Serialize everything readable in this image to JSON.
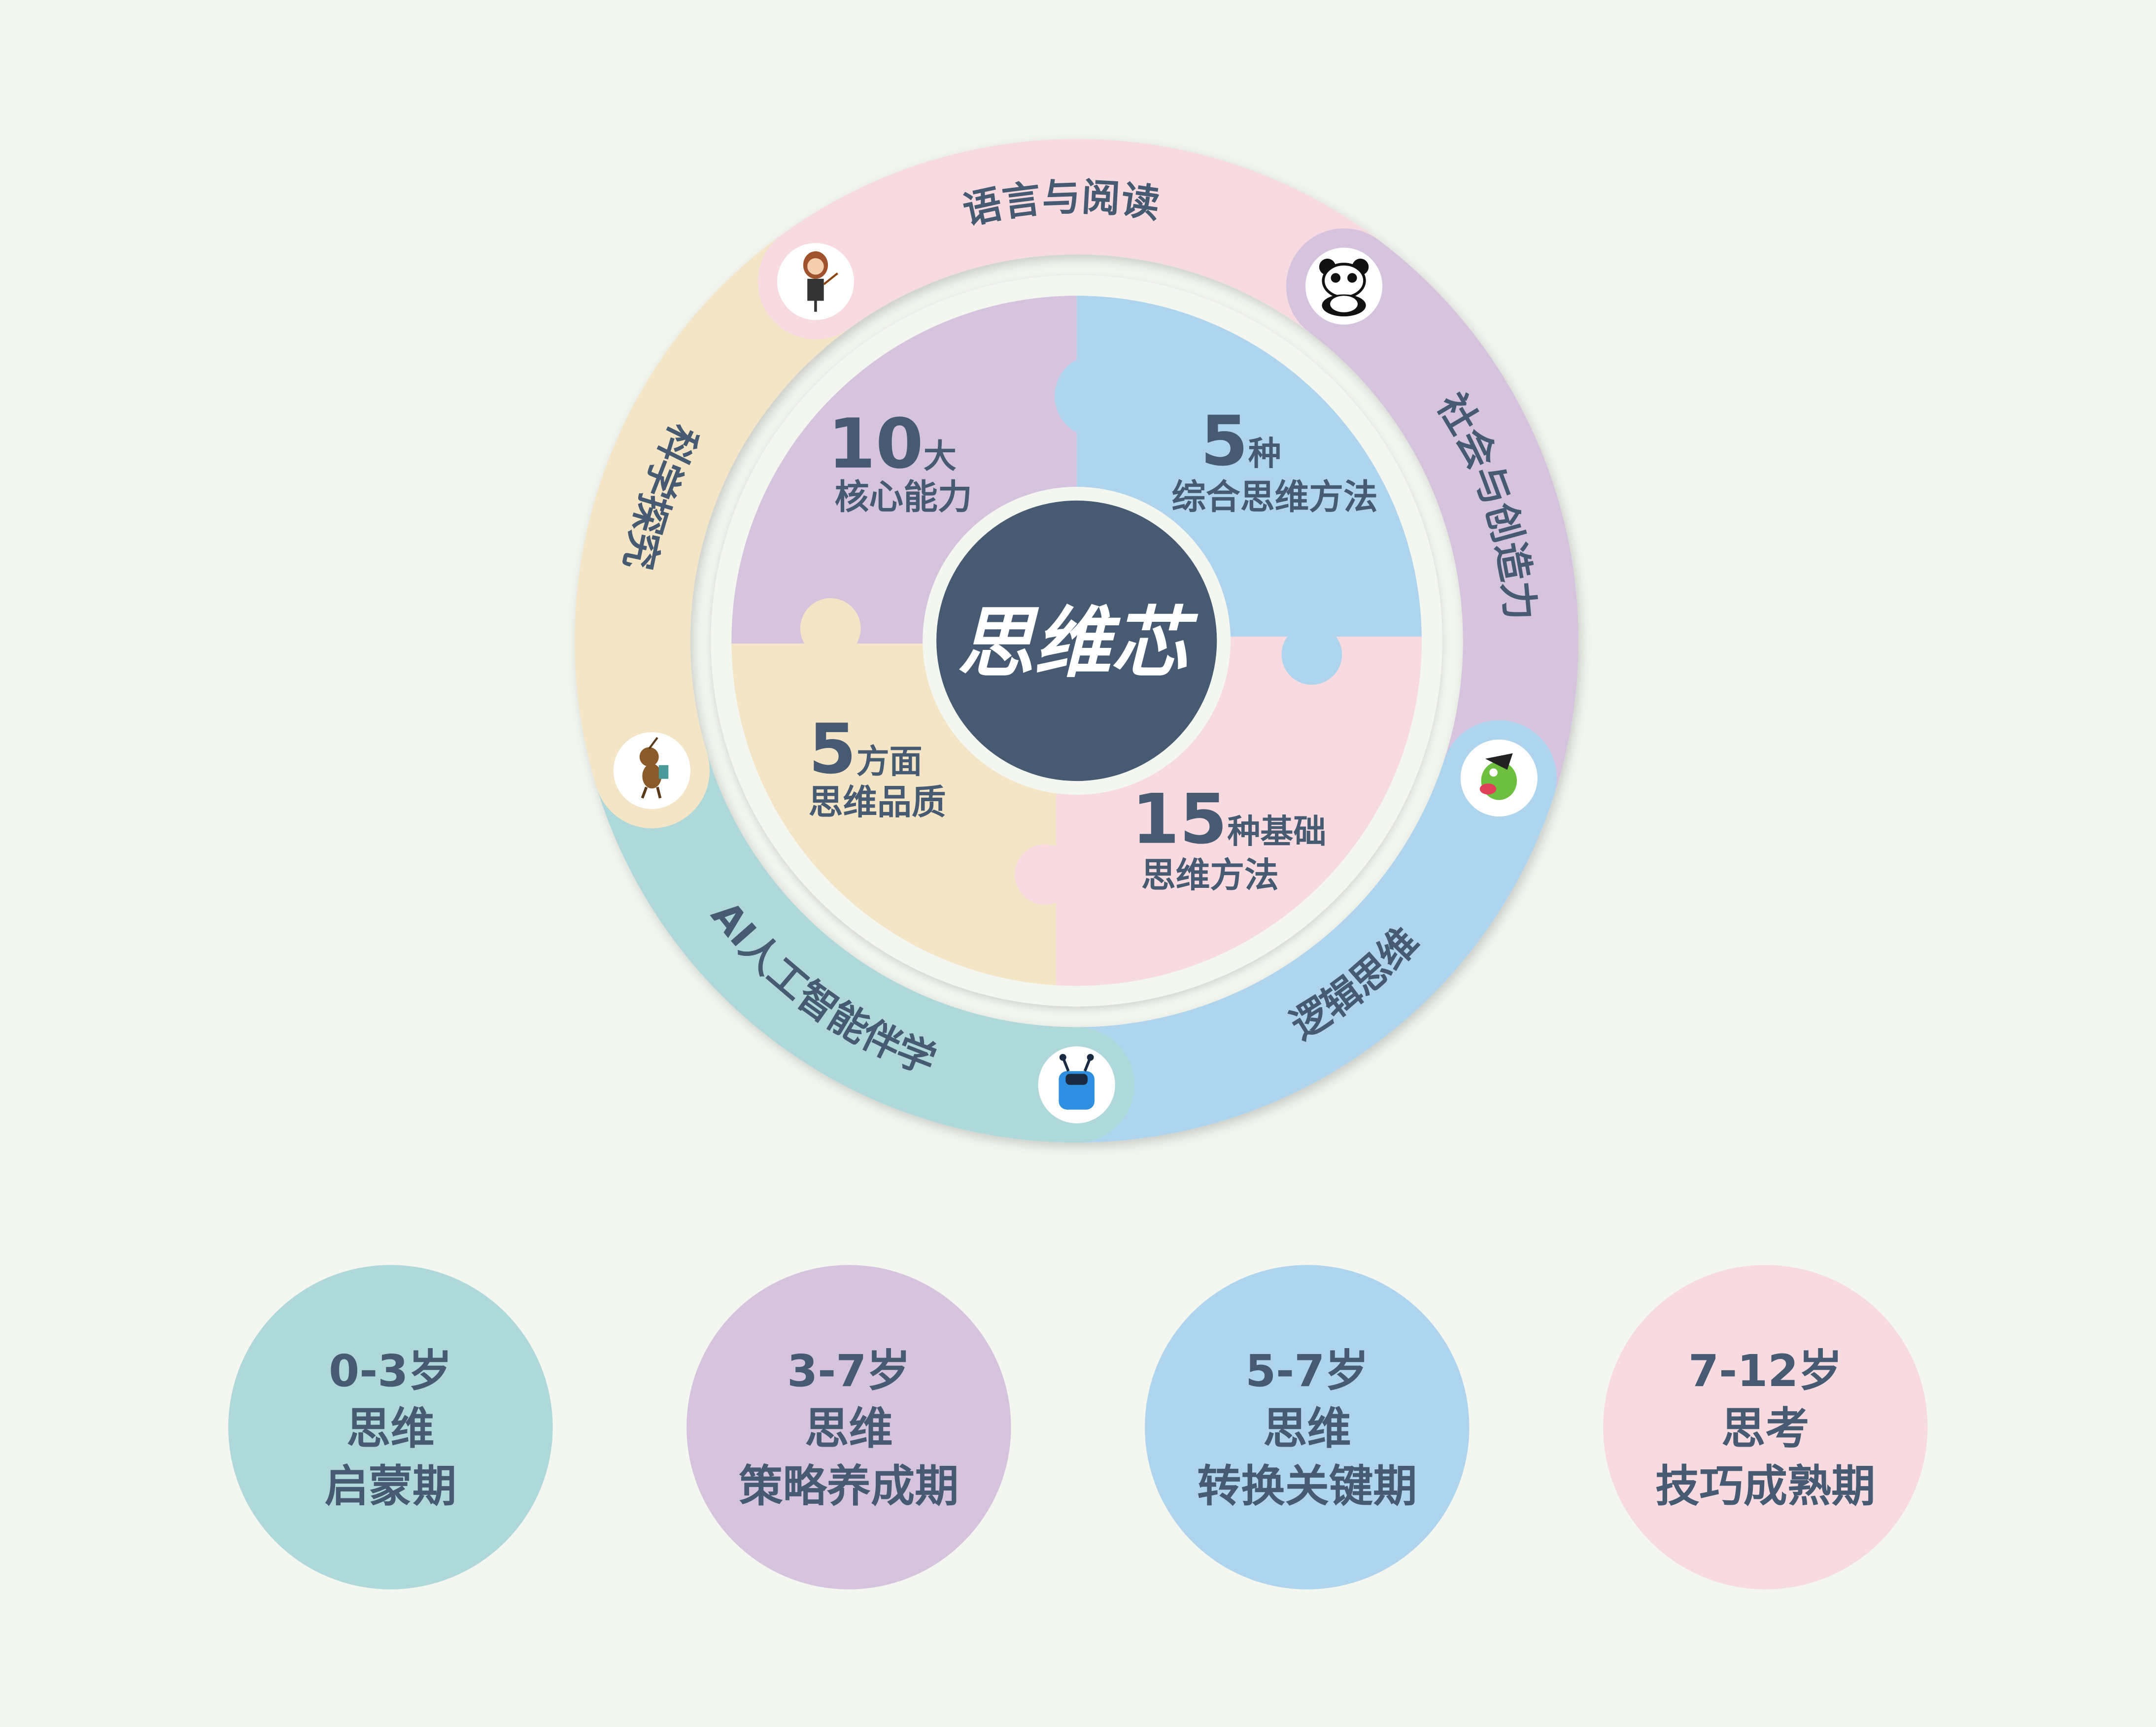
{
  "colors": {
    "background": "#f4f7f0",
    "text": "#465a72",
    "center": "#465a72",
    "pink": "#f7dbe1",
    "purple": "#d6c4df",
    "blue": "#aed4ee",
    "teal": "#afd8db",
    "yellow": "#f3e5c6"
  },
  "center": {
    "title": "思维芯"
  },
  "ring": [
    {
      "label": "语言与阅读",
      "color": "#f7dbe1",
      "icon": "teacher-icon"
    },
    {
      "label": "社会与创造力",
      "color": "#d6c4df",
      "icon": "panda-icon"
    },
    {
      "label": "逻辑思维",
      "color": "#aed4ee",
      "icon": "dog-icon"
    },
    {
      "label": "AI人工智能伴学",
      "color": "#afd8db",
      "icon": "robot-icon"
    },
    {
      "label": "科学探究",
      "color": "#f3e5c6",
      "icon": "ant-icon"
    }
  ],
  "puzzle": [
    {
      "number": "10",
      "unit": "大",
      "label": "核心能力",
      "color": "#d6c4df"
    },
    {
      "number": "5",
      "unit": "种",
      "label": "综合思维方法",
      "color": "#aed4ee"
    },
    {
      "number": "15",
      "unit": "种基础",
      "label": "思维方法",
      "color": "#f7dbe1"
    },
    {
      "number": "5",
      "unit": "方面",
      "label": "思维品质",
      "color": "#f3e5c6"
    }
  ],
  "stages": [
    {
      "age": "0-3岁",
      "line2": "思维",
      "line3": "启蒙期",
      "color": "#afd8db"
    },
    {
      "age": "3-7岁",
      "line2": "思维",
      "line3": "策略养成期",
      "color": "#d6c4df"
    },
    {
      "age": "5-7岁",
      "line2": "思维",
      "line3": "转换关键期",
      "color": "#aed4ee"
    },
    {
      "age": "7-12岁",
      "line2": "思考",
      "line3": "技巧成熟期",
      "color": "#f7dbe1"
    }
  ]
}
